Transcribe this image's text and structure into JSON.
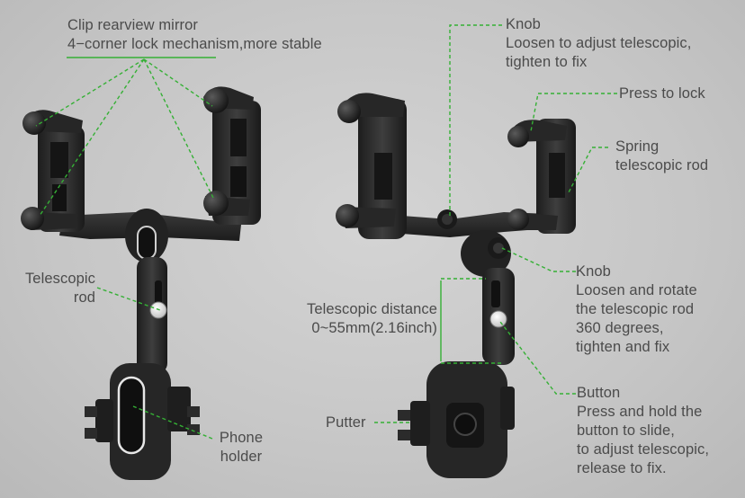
{
  "labels": {
    "clip": [
      "Clip rearview mirror",
      "4−corner lock mechanism,more stable"
    ],
    "telescopic_rod_left": [
      "Telescopic",
      "rod"
    ],
    "phone_holder": [
      "Phone",
      "holder"
    ],
    "knob_top": [
      "Knob",
      "Loosen to adjust telescopic,",
      "tighten to fix"
    ],
    "press_to_lock": [
      "Press to lock"
    ],
    "spring_rod": [
      "Spring",
      "telescopic rod"
    ],
    "telescopic_distance": [
      "Telescopic distance",
      "0~55mm(2.16inch)"
    ],
    "knob_mid": [
      "Knob",
      "Loosen and rotate",
      "the telescopic rod",
      "360 degrees,",
      "tighten and fix"
    ],
    "putter": [
      "Putter"
    ],
    "button": [
      "Button",
      "Press and hold the",
      "button to slide,",
      "to adjust telescopic,",
      "release to fix."
    ]
  },
  "colors": {
    "leader_line": "#35b035",
    "product": "#2b2b2b",
    "text": "#4b4b4b"
  }
}
